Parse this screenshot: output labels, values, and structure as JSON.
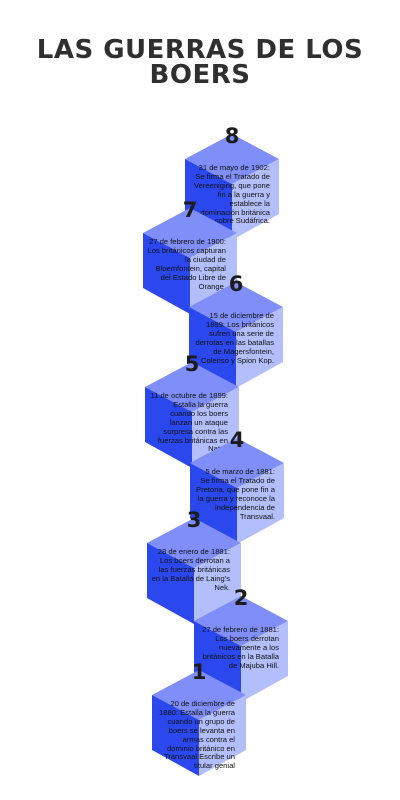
{
  "title_line1": "LAS GUERRAS DE LOS",
  "title_line2": "BOERS",
  "colors": {
    "top": "#7f8ef8",
    "left": "#2b48ef",
    "right": "#b3befc",
    "title": "#2f2f2f"
  },
  "events": [
    {
      "number": "8",
      "text": "31 de mayo de 1902: Se firma el Tratado de Vereeniging, que pone fin a la guerra y establece la dominación británica sobre Sudáfrica."
    },
    {
      "number": "7",
      "text": "27 de febrero de 1900: Los británicos capturan la ciudad de Bloemfontein, capital del Estado Libre de Orange."
    },
    {
      "number": "6",
      "text": "15 de diciembre de 1899: Los británicos sufren una serie de derrotas en las batallas de Magersfontein, Colenso y Spion Kop."
    },
    {
      "number": "5",
      "text": "11 de octubre de 1899: Estalla la guerra cuando los boers lanzan un ataque sorpresa contra las fuerzas británicas en Natal."
    },
    {
      "number": "4",
      "text": "5 de marzo de 1881: Se firma el Tratado de Pretoria, que pone fin a la guerra y reconoce la independencia de Transvaal."
    },
    {
      "number": "3",
      "text": "28 de enero de 1881: Los boers derrotan a las fuerzas británicas en la Batalla de Laing's Nek."
    },
    {
      "number": "2",
      "text": "27 de febrero de 1881: Los boers derrotan nuevamente a los británicos en la Batalla de Majuba Hill."
    },
    {
      "number": "1",
      "text": "20 de diciembre de 1880: Estalla la guerra cuando un grupo de boers se levanta en armas contra el dominio británico en Transvaal.Escribe un titular genial"
    }
  ]
}
